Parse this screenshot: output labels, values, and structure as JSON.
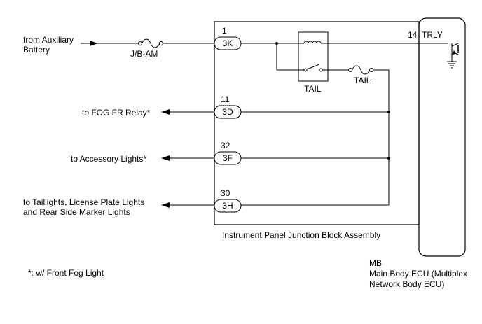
{
  "inputs": {
    "aux_battery_line1": "from Auxiliary",
    "aux_battery_line2": "Battery"
  },
  "fuses": {
    "jb_am": "J/B-AM",
    "tail_fuse": "TAIL"
  },
  "relay": {
    "label": "TAIL"
  },
  "connectors": [
    {
      "pin": "1",
      "id": "3K"
    },
    {
      "pin": "11",
      "id": "3D"
    },
    {
      "pin": "32",
      "id": "3F"
    },
    {
      "pin": "30",
      "id": "3H"
    }
  ],
  "outputs": {
    "fog_fr_relay": "to FOG FR Relay*",
    "accessory_lights": "to Accessory Lights*",
    "taillights_line1": "to Taillights, License Plate Lights",
    "taillights_line2": "and Rear Side Marker Lights"
  },
  "junction_block": {
    "label": "Instrument Panel Junction Block Assembly"
  },
  "ecu": {
    "pin": "14",
    "terminal": "TRLY",
    "code": "MB",
    "name_line1": "Main Body ECU (Multiplex",
    "name_line2": "Network Body ECU)"
  },
  "footnote": "*: w/ Front Fog Light"
}
